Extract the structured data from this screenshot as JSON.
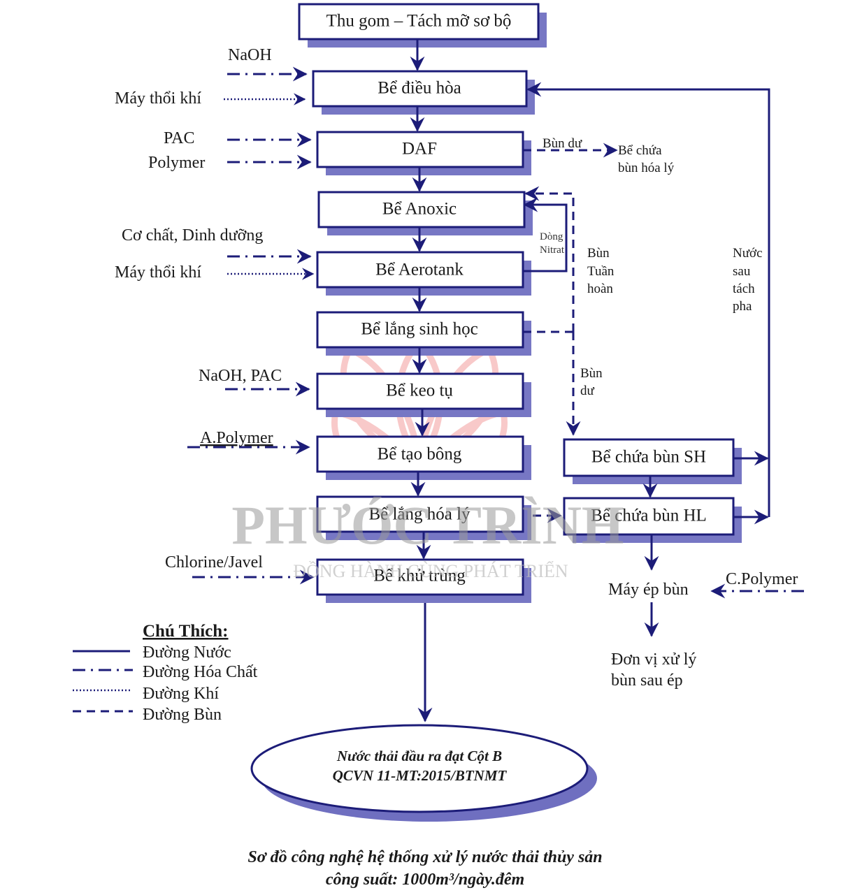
{
  "colors": {
    "line": "#1c1c78",
    "shadow": "#7777c4",
    "watermark_logo": "#f08a8a",
    "watermark_text": "#9a9a9a"
  },
  "main_chain": [
    "Thu gom – Tách mỡ sơ bộ",
    "Bể điều hòa",
    "DAF",
    "Bể Anoxic",
    "Bể Aerotank",
    "Bể lắng sinh học",
    "Bể keo tụ",
    "Bể tạo bông",
    "Bể lắng hóa lý",
    "Bể khử trùng"
  ],
  "sludge_chain": [
    "Bể chứa bùn SH",
    "Bể chứa bùn HL",
    "Máy ép bùn",
    "Đơn vị xử lý",
    "bùn sau ép"
  ],
  "inputs": {
    "naoh": "NaOH",
    "blower1": "Máy thổi khí",
    "pac": "PAC",
    "polymer": "Polymer",
    "substrate": "Cơ chất, Dinh dưỡng",
    "blower2": "Máy thổi khí",
    "naoh_pac": "NaOH, PAC",
    "a_polymer": "A.Polymer",
    "chlorine": "Chlorine/Javel",
    "c_polymer": "C.Polymer"
  },
  "flow_labels": {
    "excess_sludge": "Bùn dư",
    "chem_sludge_tank_1": "Bể chứa",
    "chem_sludge_tank_2": "bùn hóa lý",
    "nitrate_1": "Dòng",
    "nitrate_2": "Nitrat",
    "recirc_1": "Bùn",
    "recirc_2": "Tuần",
    "recirc_3": "hoàn",
    "excess2_1": "Bùn",
    "excess2_2": "dư",
    "return_1": "Nước",
    "return_2": "sau",
    "return_3": "tách",
    "return_4": "pha"
  },
  "legend": {
    "title": "Chú Thích:",
    "items": [
      "Đường Nước",
      "Đường Hóa Chất",
      "Đường Khí",
      "Đường Bùn"
    ]
  },
  "output": {
    "line1": "Nước thải đầu ra đạt Cột B",
    "line2": "QCVN 11-MT:2015/BTNMT"
  },
  "caption": {
    "line1": "Sơ đồ công nghệ hệ thống xử lý nước thải thủy sản",
    "line2": "công suất: 1000m³/ngày.đêm"
  },
  "watermark": {
    "brand": "PHƯỚC TRÌNH",
    "slogan": "ĐỒNG HÀNH CÙNG PHÁT TRIỂN"
  }
}
